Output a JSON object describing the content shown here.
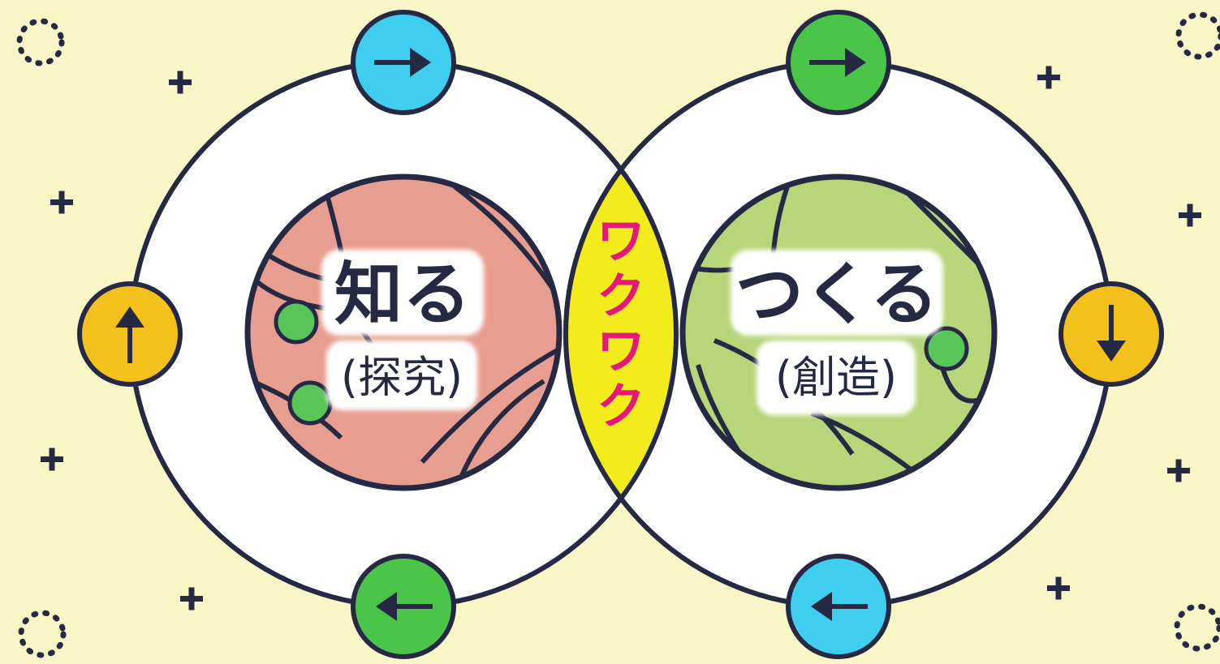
{
  "colors": {
    "background": "#f8f5c6",
    "outline": "#262943",
    "ring_fill": "#ffffff",
    "left_ball": "#e79e90",
    "right_ball": "#b7d579",
    "overlap": "#f3ec1c",
    "overlap_text": "#e6197a",
    "badge_cyan": "#3fcdf0",
    "badge_green": "#4bc549",
    "badge_yellow": "#f4c01c",
    "dot_green": "#58c45a"
  },
  "center_label": "ワクワク",
  "left": {
    "title": "知る",
    "subtitle": "(探究)"
  },
  "right": {
    "title": "つくる",
    "subtitle": "(創造)"
  },
  "badges": [
    {
      "id": "left-top",
      "color": "cyan",
      "arrow": "right"
    },
    {
      "id": "left-left",
      "color": "yellow",
      "arrow": "up"
    },
    {
      "id": "left-bottom",
      "color": "green",
      "arrow": "left"
    },
    {
      "id": "right-top",
      "color": "green",
      "arrow": "right"
    },
    {
      "id": "right-right",
      "color": "yellow",
      "arrow": "down"
    },
    {
      "id": "right-bottom",
      "color": "cyan",
      "arrow": "left"
    }
  ],
  "icons": [
    "arrow-right-icon",
    "arrow-up-icon",
    "arrow-left-icon",
    "arrow-down-icon",
    "plus-icon",
    "dotted-circle-icon"
  ]
}
